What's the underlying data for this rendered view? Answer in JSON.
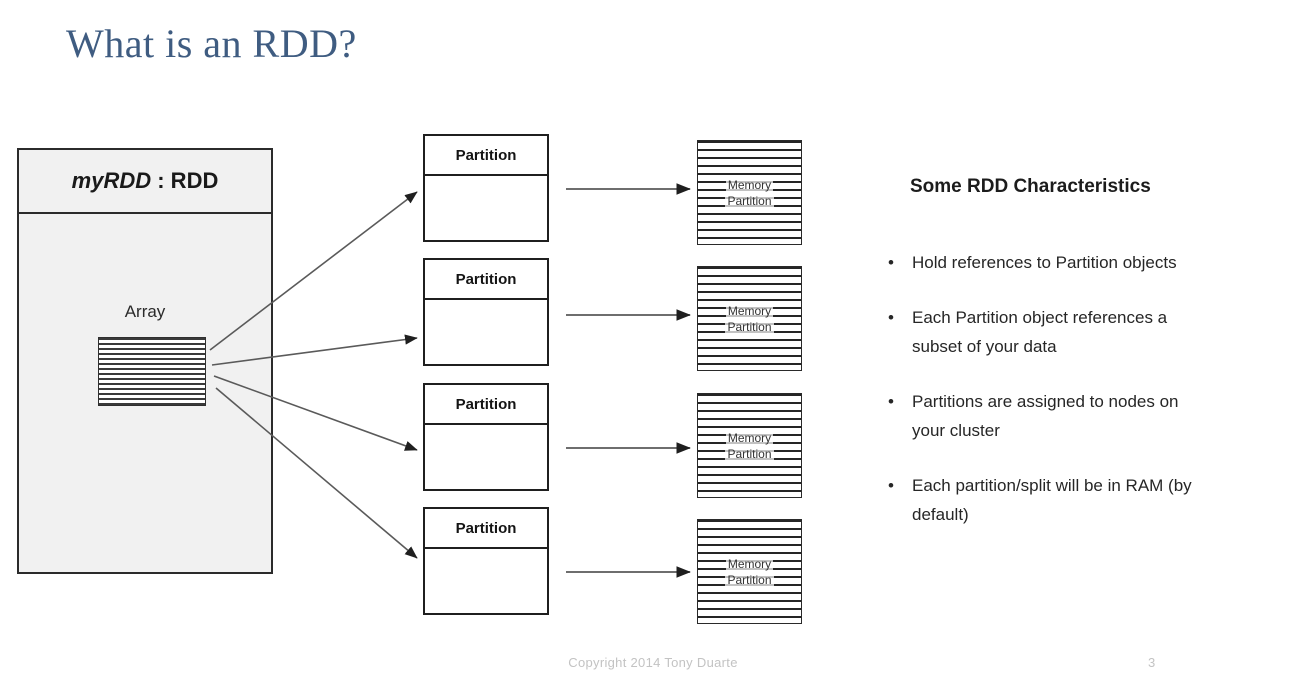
{
  "slide": {
    "title": "What is an RDD?",
    "page_number": "3",
    "copyright": "Copyright 2014 Tony Duarte",
    "title_color": "#3f5c81"
  },
  "rdd_box": {
    "name_italic": "myRDD",
    "name_rest": " : RDD",
    "header_full": "myRDD : RDD",
    "array_label": "Array",
    "fill_color": "#f1f1f1",
    "border_color": "#2b2b2b"
  },
  "partitions": [
    {
      "label": "Partition"
    },
    {
      "label": "Partition"
    },
    {
      "label": "Partition"
    },
    {
      "label": "Partition"
    }
  ],
  "memory_blocks": [
    {
      "line1": "Memory",
      "line2": "Partition"
    },
    {
      "line1": "Memory",
      "line2": "Partition"
    },
    {
      "line1": "Memory",
      "line2": "Partition"
    },
    {
      "line1": "Memory",
      "line2": "Partition"
    }
  ],
  "characteristics": {
    "heading": "Some RDD Characteristics",
    "bullet_glyph": "•",
    "items": [
      "Hold references to Partition objects",
      "Each Partition object references a subset of your data",
      "Partitions are assigned to nodes on your cluster",
      "Each partition/split will be in RAM (by default)"
    ]
  }
}
